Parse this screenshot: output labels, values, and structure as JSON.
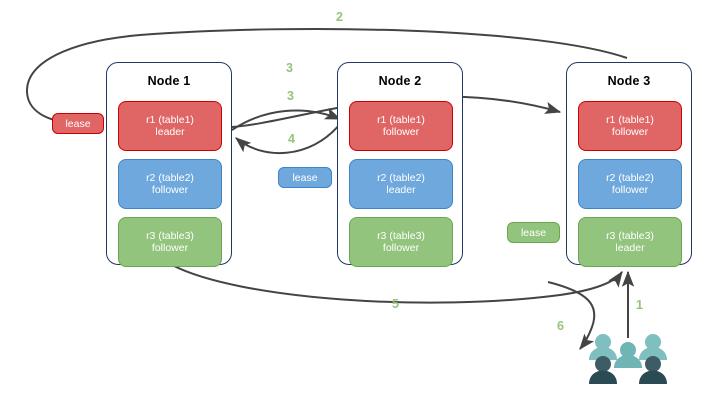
{
  "diagram": {
    "title": "raft-lease-replica-topology",
    "colors": {
      "replica_red_fill": "#E06666",
      "replica_red_border": "#CC0000",
      "replica_blue_fill": "#6FA8DC",
      "replica_blue_border": "#3D85C6",
      "replica_green_fill": "#93C47D",
      "replica_green_border": "#6AA84F",
      "node_border": "#1F3864",
      "edge_stroke": "#444444",
      "edge_label": "#93C47D",
      "people_light": "#7FBFBF",
      "people_dark": "#3E5C66",
      "background": "#FFFFFF"
    },
    "nodes": [
      {
        "id": "node1",
        "title": "Node 1",
        "replicas": [
          {
            "id": "r1",
            "name": "r1 (table1)",
            "role": "leader",
            "color": "red"
          },
          {
            "id": "r2",
            "name": "r2 (table2)",
            "role": "follower",
            "color": "blue"
          },
          {
            "id": "r3",
            "name": "r3 (table3)",
            "role": "follower",
            "color": "green"
          }
        ]
      },
      {
        "id": "node2",
        "title": "Node 2",
        "replicas": [
          {
            "id": "r1",
            "name": "r1 (table1)",
            "role": "follower",
            "color": "red"
          },
          {
            "id": "r2",
            "name": "r2 (table2)",
            "role": "leader",
            "color": "blue"
          },
          {
            "id": "r3",
            "name": "r3 (table3)",
            "role": "follower",
            "color": "green"
          }
        ]
      },
      {
        "id": "node3",
        "title": "Node 3",
        "replicas": [
          {
            "id": "r1",
            "name": "r1 (table1)",
            "role": "follower",
            "color": "red"
          },
          {
            "id": "r2",
            "name": "r2 (table2)",
            "role": "follower",
            "color": "blue"
          },
          {
            "id": "r3",
            "name": "r3 (table3)",
            "role": "leader",
            "color": "green"
          }
        ]
      }
    ],
    "leases": [
      {
        "id": "lease-r1",
        "label": "lease",
        "color": "red"
      },
      {
        "id": "lease-r2",
        "label": "lease",
        "color": "blue"
      },
      {
        "id": "lease-r3",
        "label": "lease",
        "color": "green"
      }
    ],
    "edge_labels": [
      {
        "id": "step-1",
        "label": "1"
      },
      {
        "id": "step-2",
        "label": "2"
      },
      {
        "id": "step-3a",
        "label": "3"
      },
      {
        "id": "step-3b",
        "label": "3"
      },
      {
        "id": "step-4",
        "label": "4"
      },
      {
        "id": "step-5",
        "label": "5"
      },
      {
        "id": "step-6",
        "label": "6"
      }
    ],
    "actor": {
      "id": "client-users",
      "icon": "users-icon"
    }
  }
}
